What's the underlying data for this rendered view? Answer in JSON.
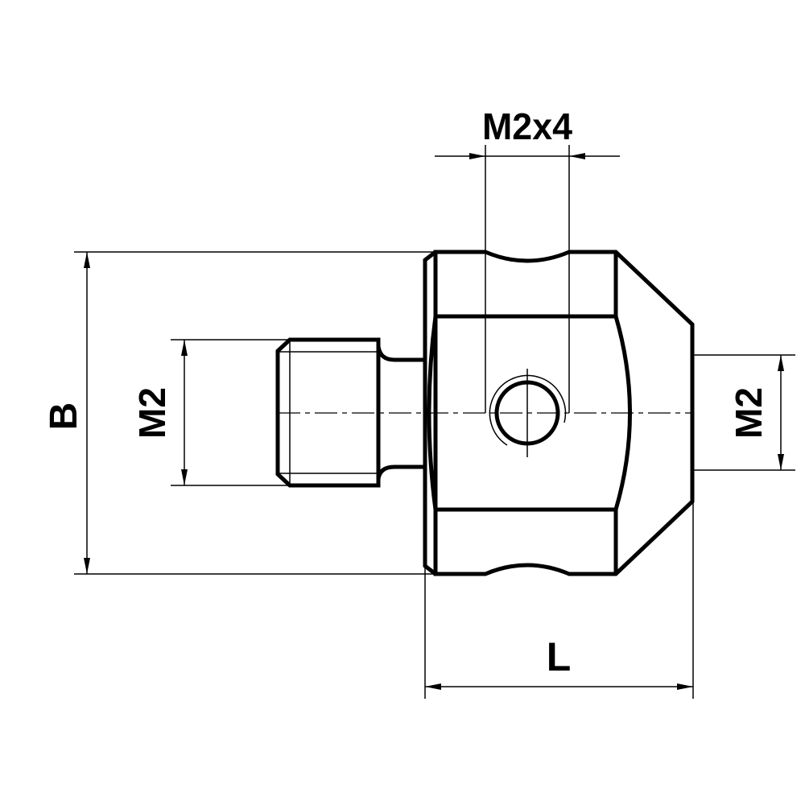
{
  "drawing": {
    "type": "technical-drawing",
    "subject": "stylus adapter side view",
    "line_color": "#000000",
    "background": "#ffffff"
  },
  "dimensions": {
    "top_thread": {
      "label": "M2x4"
    },
    "overall_height": {
      "label": "B"
    },
    "left_thread": {
      "label": "M2"
    },
    "right_thread": {
      "label": "M2"
    },
    "length": {
      "label": "L"
    }
  }
}
